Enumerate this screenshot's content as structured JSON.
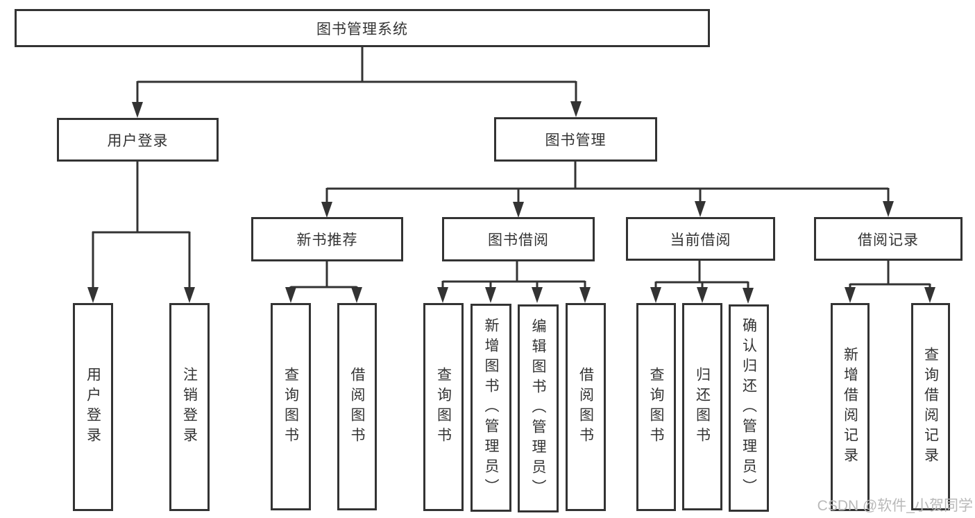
{
  "diagram": {
    "root": {
      "label": "图书管理系统"
    },
    "level2": [
      {
        "label": "用户登录",
        "children": [
          {
            "label": "用户登录"
          },
          {
            "label": "注销登录"
          }
        ]
      },
      {
        "label": "图书管理",
        "children": [
          {
            "label": "新书推荐",
            "children": [
              {
                "label": "查询图书"
              },
              {
                "label": "借阅图书"
              }
            ]
          },
          {
            "label": "图书借阅",
            "children": [
              {
                "label": "查询图书"
              },
              {
                "label": "新增图书（管理员）"
              },
              {
                "label": "编辑图书（管理员）"
              },
              {
                "label": "借阅图书"
              }
            ]
          },
          {
            "label": "当前借阅",
            "children": [
              {
                "label": "查询图书"
              },
              {
                "label": "归还图书"
              },
              {
                "label": "确认归还（管理员）"
              }
            ]
          },
          {
            "label": "借阅记录",
            "children": [
              {
                "label": "新增借阅记录"
              },
              {
                "label": "查询借阅记录"
              }
            ]
          }
        ]
      }
    ]
  },
  "watermark": {
    "text": "CSDN @软件_小贺同学"
  },
  "colors": {
    "line": "#333333",
    "text": "#333333",
    "watermark": "#b9b9b9",
    "background": "#ffffff"
  }
}
